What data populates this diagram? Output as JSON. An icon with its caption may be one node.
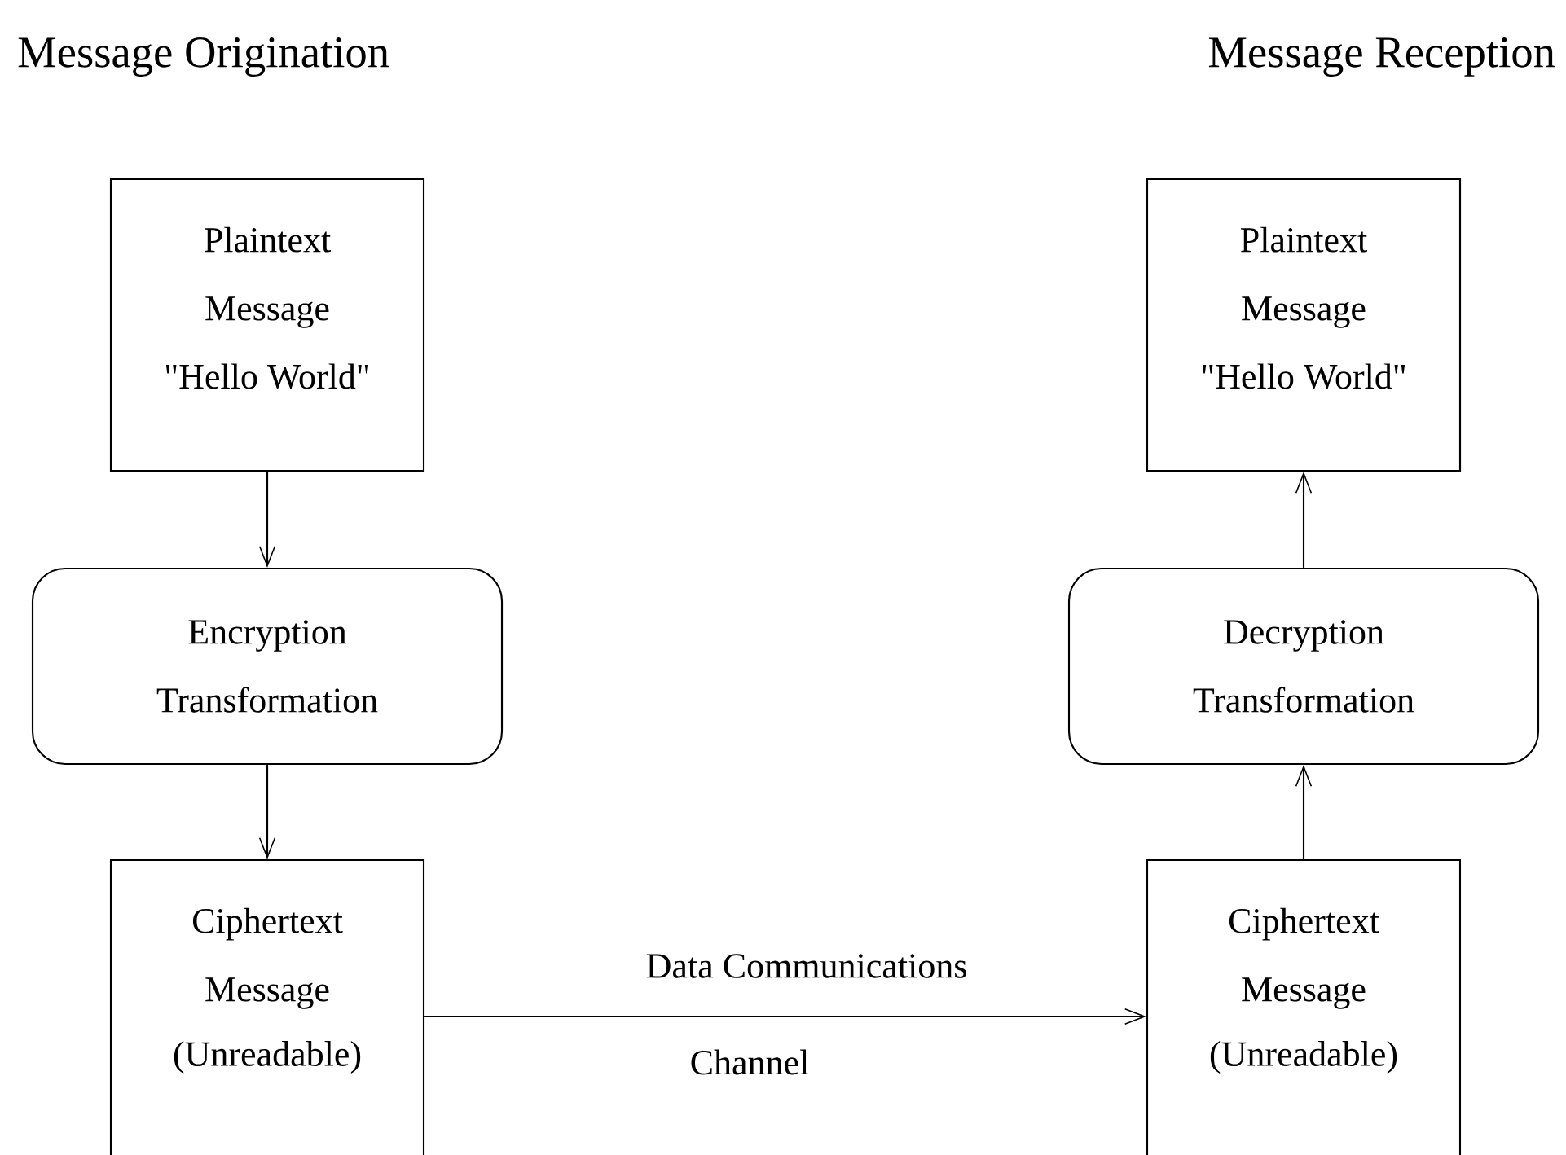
{
  "diagram": {
    "nodes": [
      {
        "text": [
          "Plaintext Message",
          "\"Hello World\""
        ]
      },
      {
        "text": [
          "Encryption Transformation"
        ]
      },
      {
        "text": [
          "Ciphertext Message",
          "(Unreadable)"
        ]
      },
      {
        "text": [
          "Plaintext Message",
          "\"Hello World\""
        ]
      },
      {
        "text": [
          "Decryption Transformation"
        ]
      },
      {
        "text": [
          "Ciphertext Message",
          "(Unreadable)"
        ]
      }
    ],
    "edges": [
      {
        "from": 0,
        "to": 1,
        "arrow": "to"
      },
      {
        "from": 1,
        "to": 2,
        "arrow": "to"
      },
      {
        "from": 2,
        "to": 5,
        "arrow": "to",
        "label": "Data Communications"
      },
      {
        "from": 5,
        "to": 4,
        "arrow": "to"
      },
      {
        "from": 4,
        "to": 3,
        "arrow": "to"
      }
    ],
    "labels": [
      "Message Origination",
      "Message Reception",
      "Channel"
    ]
  }
}
